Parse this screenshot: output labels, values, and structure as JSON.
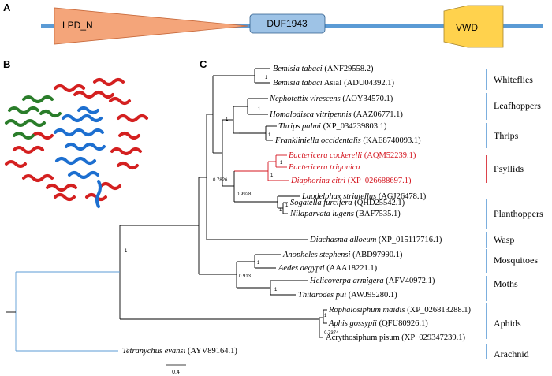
{
  "panels": {
    "a": "A",
    "b": "B",
    "c": "C"
  },
  "domains": {
    "lpd_n": "LPD_N",
    "duf1943": "DUF1943",
    "vwd": "VWD"
  },
  "colors": {
    "backbone": "#5b9bd5",
    "lpd_n_fill": "#f4a57a",
    "duf_fill": "#9ec3e6",
    "vwd_fill": "#ffd24d",
    "psyllid_red": "#d4141e",
    "group_bar": "#5b9bd5",
    "arachnid_branch": "#5b9bd5"
  },
  "protein_structure_panel": {
    "colors": [
      "#d42020",
      "#2a7d2a",
      "#1d6fd0"
    ]
  },
  "taxa": [
    {
      "genus": "Bemisia tabaci",
      "rest": " (ANF29558.2)"
    },
    {
      "genus": "Bemisia tabaci",
      "rest": " AsiaI (ADU04392.1)"
    },
    {
      "genus": "Nephotettix virescens",
      "rest": " (AOY34570.1)"
    },
    {
      "genus": "Homalodisca vitripennis",
      "rest": " (AAZ06771.1)"
    },
    {
      "genus": "Thrips palmi",
      "rest": " (XP_034239803.1)"
    },
    {
      "genus": "Frankliniella occidentalis",
      "rest": " (KAE8740093.1)"
    },
    {
      "genus": "Bactericera cockerelli",
      "rest": " (AQM52239.1)"
    },
    {
      "genus": "Bactericera trigonica",
      "rest": ""
    },
    {
      "genus": "Diaphorina citri",
      "rest": " (XP_026688697.1)"
    },
    {
      "genus": "Laodelphax striatellus",
      "rest": " (AGJ26478.1)"
    },
    {
      "genus": "Sogatella furcifera",
      "rest": " (QHD25542.1)"
    },
    {
      "genus": "Nilaparvata lugens",
      "rest": " (BAF7535.1)"
    },
    {
      "genus": "Diachasma alloeum",
      "rest": " (XP_015117716.1)"
    },
    {
      "genus": "Anopheles stephensi",
      "rest": " (ABD97990.1)"
    },
    {
      "genus": "Aedes aegypti",
      "rest": " (AAA18221.1)"
    },
    {
      "genus": "Helicoverpa armigera",
      "rest": " (AFV40972.1)"
    },
    {
      "genus": "Thitarodes pui",
      "rest": " (AWJ95280.1)"
    },
    {
      "genus": "Rophalosiphum maidis",
      "rest": " (XP_026813288.1)"
    },
    {
      "genus": "Aphis gossypii",
      "rest": " (QFU80926.1)"
    },
    {
      "genus": "",
      "rest": "Acrythosiphum  pisum  (XP_029347239.1)"
    },
    {
      "genus": "Tetranychus evansi",
      "rest": " (AYV89164.1)"
    }
  ],
  "supports": [
    "1",
    "1",
    "1",
    "1",
    "1",
    "1",
    "0.7826",
    "0.9928",
    "1",
    "1",
    "1",
    "0.913",
    "1",
    "1",
    "1",
    "0.7374"
  ],
  "groups": [
    "Whiteflies",
    "Leafhoppers",
    "Thrips",
    "Psyllids",
    "Planthoppers",
    "Wasp",
    "Mosquitoes",
    "Moths",
    "Aphids",
    "Arachnid"
  ],
  "scale_bar": {
    "label": "0.4"
  }
}
